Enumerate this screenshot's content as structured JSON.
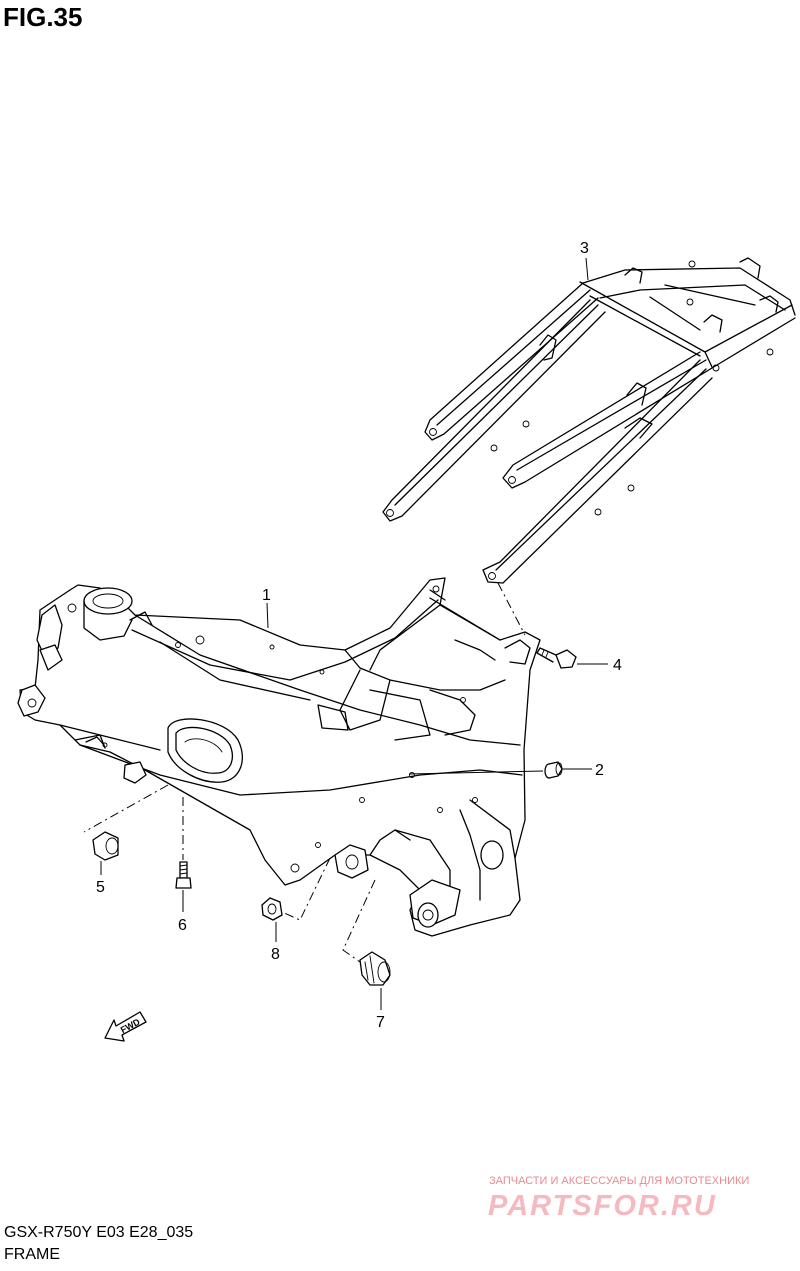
{
  "figure": {
    "title": "FIG.35"
  },
  "footer": {
    "model_code": "GSX-R750Y E03 E28_035",
    "section_name": "FRAME"
  },
  "watermark": {
    "tagline": "ЗАПЧАСТИ И АКСЕССУАРЫ ДЛЯ МОТОТЕХНИКИ",
    "logo_text": "PARTSFOR.RU"
  },
  "fwd_marker": {
    "label": "FWD"
  },
  "callouts": [
    {
      "number": "1",
      "part": "main-frame"
    },
    {
      "number": "2",
      "part": "plug"
    },
    {
      "number": "3",
      "part": "seat-rail"
    },
    {
      "number": "4",
      "part": "bolt"
    },
    {
      "number": "5",
      "part": "cap"
    },
    {
      "number": "6",
      "part": "screw"
    },
    {
      "number": "7",
      "part": "bushing"
    },
    {
      "number": "8",
      "part": "nut"
    }
  ]
}
